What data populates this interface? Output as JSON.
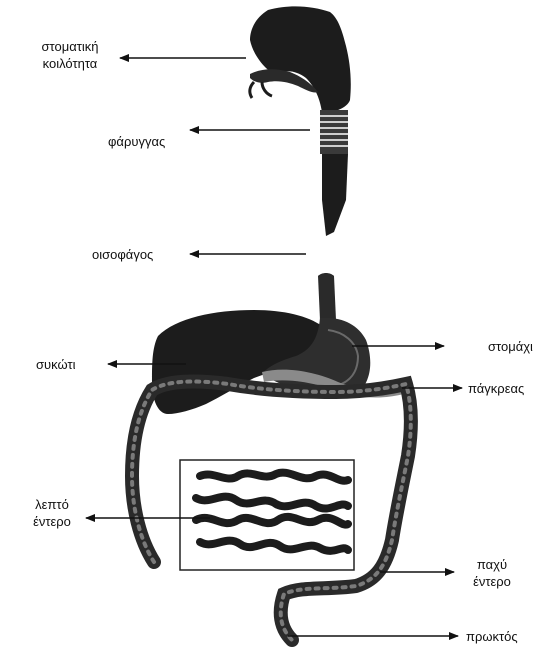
{
  "labels": {
    "mouth": [
      "στοματική",
      "κοιλότητα"
    ],
    "pharynx": "φάρυγγας",
    "esophagus": "οισοφάγος",
    "liver": "συκώτι",
    "stomach": "στομάχι",
    "pancreas": "πάγκρεας",
    "small_intestine": [
      "λεπτό",
      "έντερο"
    ],
    "large_intestine": [
      "παχύ",
      "έντερο"
    ],
    "anus": "πρωκτός"
  },
  "colors": {
    "ink": "#111111",
    "organ_dark": "#1c1c1c",
    "organ_mid": "#3a3a3a",
    "organ_light": "#8a8a8a",
    "background": "#ffffff"
  }
}
